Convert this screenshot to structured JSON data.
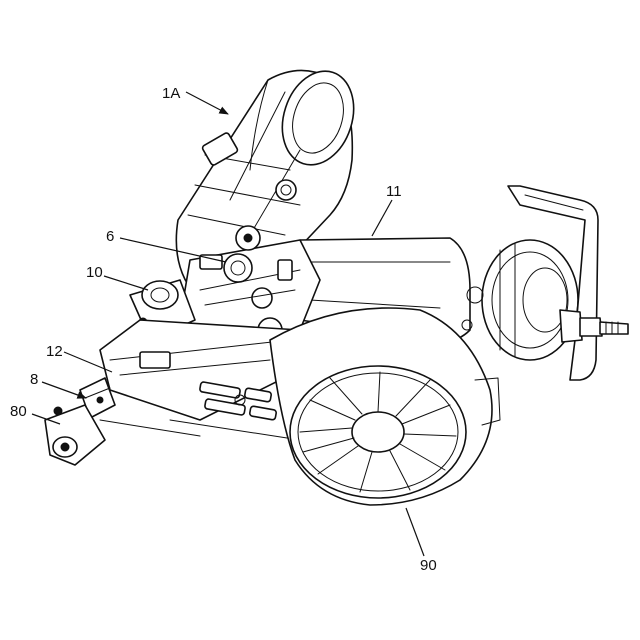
{
  "figure": {
    "reference_labels": [
      {
        "id": "label-1a",
        "text": "1A"
      },
      {
        "id": "label-11",
        "text": "11"
      },
      {
        "id": "label-6",
        "text": "6"
      },
      {
        "id": "label-10",
        "text": "10"
      },
      {
        "id": "label-12",
        "text": "12"
      },
      {
        "id": "label-8",
        "text": "8"
      },
      {
        "id": "label-80",
        "text": "80"
      },
      {
        "id": "label-90",
        "text": "90"
      }
    ],
    "line_color": "#111111",
    "background_color": "#ffffff"
  }
}
